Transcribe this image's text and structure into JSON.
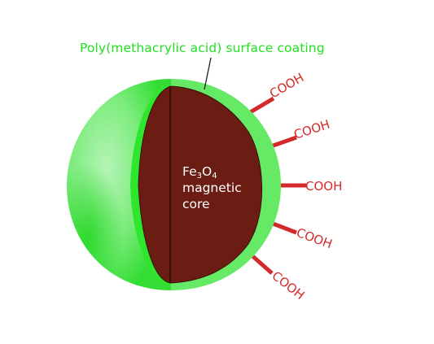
{
  "labels": {
    "coating": "Poly(methacrylic acid) surface coating",
    "core_formula": {
      "fe": "Fe",
      "fe_count": "3",
      "o": "O",
      "o_count": "4"
    },
    "core_line2": "magnetic",
    "core_line3": "core"
  },
  "groups": [
    "COOH",
    "COOH",
    "COOH",
    "COOH",
    "COOH"
  ],
  "colors": {
    "shell_light": "#9ff09f",
    "shell_mid": "#55e855",
    "shell_rim": "#2ee62e",
    "core": "#6b1d14",
    "core_edge": "#3a0e08",
    "cooh": "#d42a2a",
    "coating_label": "#22e022"
  }
}
